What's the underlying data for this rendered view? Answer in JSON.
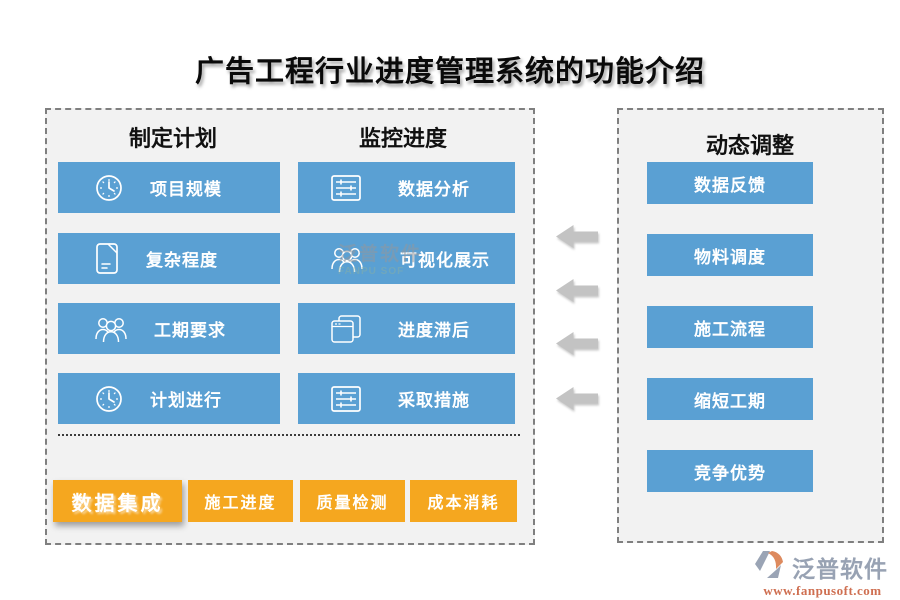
{
  "title": "广告工程行业进度管理系统的功能介绍",
  "colors": {
    "button_blue": "#5aa0d3",
    "button_orange": "#f5a71f",
    "panel_bg": "#f2f2f2",
    "panel_border": "#7f7f7f",
    "arrow_gray": "#c3c3c3",
    "logo_gray_blue": "#98a2b3",
    "logo_url_orange": "#cf6f51"
  },
  "left_panel": {
    "columns": [
      {
        "header": "制定计划",
        "buttons": [
          {
            "label": "项目规模",
            "icon": "clock-icon"
          },
          {
            "label": "复杂程度",
            "icon": "file-icon"
          },
          {
            "label": "工期要求",
            "icon": "people-icon"
          },
          {
            "label": "计划进行",
            "icon": "clock-icon"
          }
        ]
      },
      {
        "header": "监控进度",
        "buttons": [
          {
            "label": "数据分析",
            "icon": "form-icon"
          },
          {
            "label": "可视化展示",
            "icon": "people-icon"
          },
          {
            "label": "进度滞后",
            "icon": "windows-icon"
          },
          {
            "label": "采取措施",
            "icon": "form-icon"
          }
        ]
      }
    ],
    "bottom_buttons": [
      {
        "label": "数据集成"
      },
      {
        "label": "施工进度"
      },
      {
        "label": "质量检测"
      },
      {
        "label": "成本消耗"
      }
    ]
  },
  "right_panel": {
    "header": "动态调整",
    "buttons": [
      {
        "label": "数据反馈"
      },
      {
        "label": "物料调度"
      },
      {
        "label": "施工流程"
      },
      {
        "label": "缩短工期"
      },
      {
        "label": "竞争优势"
      }
    ]
  },
  "watermark": {
    "text": "泛普软件",
    "subtext": "FANPU SOF"
  },
  "logo": {
    "name": "泛普软件",
    "url": "www.fanpusoft.com"
  }
}
